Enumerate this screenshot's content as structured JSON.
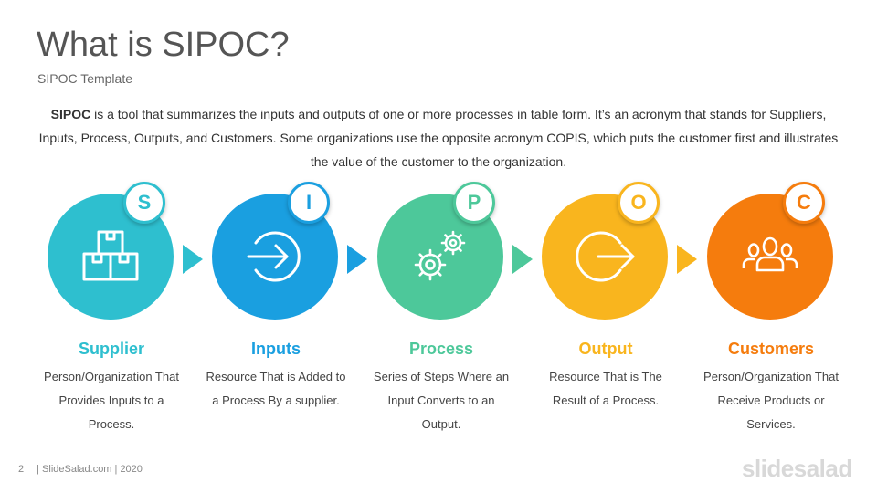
{
  "slide": {
    "title": "What is SIPOC?",
    "subtitle": "SIPOC Template",
    "intro_bold": "SIPOC",
    "intro_text": " is a tool that summarizes the inputs and outputs of one or more processes in table form. It’s an acronym that stands for Suppliers, Inputs, Process, Outputs, and Customers. Some organizations use the opposite acronym COPIS, which puts the customer first and illustrates the value of the customer to the organization."
  },
  "steps": [
    {
      "letter": "S",
      "label": "Supplier",
      "desc": "Person/Organization That Provides Inputs to a Process.",
      "color": "#2ebfcf",
      "icon": "boxes-icon"
    },
    {
      "letter": "I",
      "label": "Inputs",
      "desc": "Resource That is Added to a Process By a supplier.",
      "color": "#1a9fe0",
      "icon": "sign-in-icon"
    },
    {
      "letter": "P",
      "label": "Process",
      "desc": "Series of Steps Where an Input Converts to an Output.",
      "color": "#4dc89a",
      "icon": "gears-icon"
    },
    {
      "letter": "O",
      "label": "Output",
      "desc": "Resource That is The Result of a Process.",
      "color": "#f9b51e",
      "icon": "sign-out-icon"
    },
    {
      "letter": "C",
      "label": "Customers",
      "desc": "Person/Organization That Receive Products or Services.",
      "color": "#f57c0d",
      "icon": "users-icon"
    }
  ],
  "footer": {
    "page_number": "2",
    "text": "| SlideSalad.com | 2020",
    "brand": "slidesalad"
  }
}
